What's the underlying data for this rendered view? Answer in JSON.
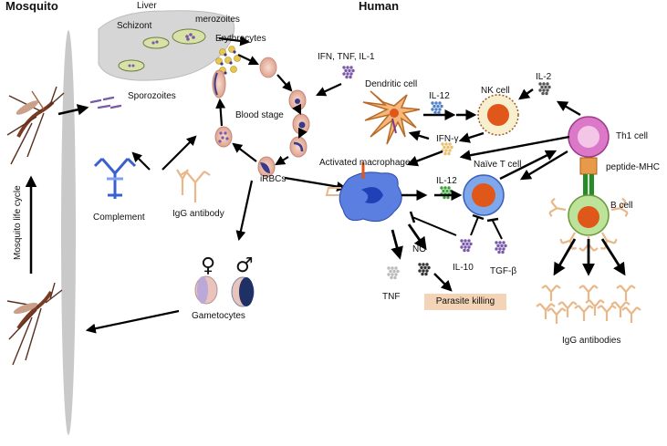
{
  "sections": {
    "mosquito": "Mosquito",
    "human": "Human"
  },
  "mosquito_cycle": "Mosquito life cycle",
  "liver": {
    "title": "Liver",
    "schizont": "Schizont",
    "merozoites": "merozoites"
  },
  "blood": {
    "erythrocytes": "Erythrocytes",
    "sporozoites": "Sporozoites",
    "blood_stage": "Blood stage",
    "irbcs": "iRBCs",
    "gametocytes": "Gametocytes"
  },
  "humoral": {
    "complement": "Complement",
    "igg_antibody": "IgG antibody",
    "igg_antibodies": "IgG antibodies"
  },
  "cytokines": {
    "ifn_tnf_il1": "IFN, TNF, IL-1",
    "il2": "IL-2",
    "il12_dc": "IL-12",
    "il12_mac": "IL-12",
    "ifng": "IFN-γ",
    "il10": "IL-10",
    "tgfb": "TGF-β",
    "tnf": "TNF",
    "no": "NO"
  },
  "cells": {
    "dendritic": "Dendritic cell",
    "nk": "NK cell",
    "th1": "Th1 cell",
    "activated_macrophage": "Activated macrophage",
    "naive_t": "Naïve T cell",
    "peptide_mhc": "peptide-MHC",
    "b_cell": "B cell"
  },
  "parasite_killing": "Parasite killing",
  "gender_symbols": {
    "female": "♀",
    "male": "♂"
  },
  "colors": {
    "macrophage": "#5b7fe0",
    "macrophage_nucleus": "#2040b8",
    "t_cell": "#7fa8ec",
    "cell_nucleus": "#e0571a",
    "nk_cell": "#f8efcf",
    "th1_cell": "#dc78c8",
    "b_cell": "#bde39a",
    "dendritic": "#f5b77a",
    "liver": "#d6d6d6",
    "rbc": "#f0c4b4",
    "parasite": "#3a3a8a",
    "cytokine": "#7a5aa8",
    "il12": "#5080c8",
    "green_cytokine": "#3aa03a",
    "antibody": "#f4d4ad",
    "killing_box": "#f3d4b6",
    "mhc": "#2a8a2a",
    "complement": "#3a60d0",
    "gametocyte_female": "#c8a8cf",
    "gametocyte_male": "#1e3064"
  }
}
